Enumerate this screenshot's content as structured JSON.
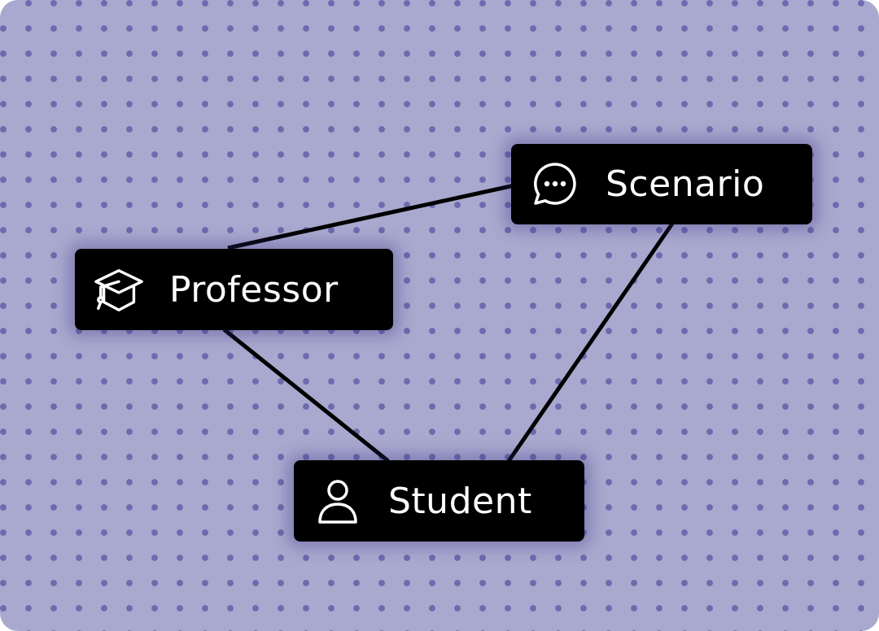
{
  "nodes": {
    "professor": {
      "label": "Professor",
      "icon": "graduation-cap-icon"
    },
    "scenario": {
      "label": "Scenario",
      "icon": "chat-bubble-icon"
    },
    "student": {
      "label": "Student",
      "icon": "person-icon"
    }
  },
  "edges": [
    {
      "from": "professor",
      "to": "scenario"
    },
    {
      "from": "professor",
      "to": "student"
    },
    {
      "from": "scenario",
      "to": "student"
    }
  ],
  "colors": {
    "background": "#a9a9cf",
    "dots": "#6b6bae",
    "node": "#000000",
    "text": "#ffffff"
  }
}
